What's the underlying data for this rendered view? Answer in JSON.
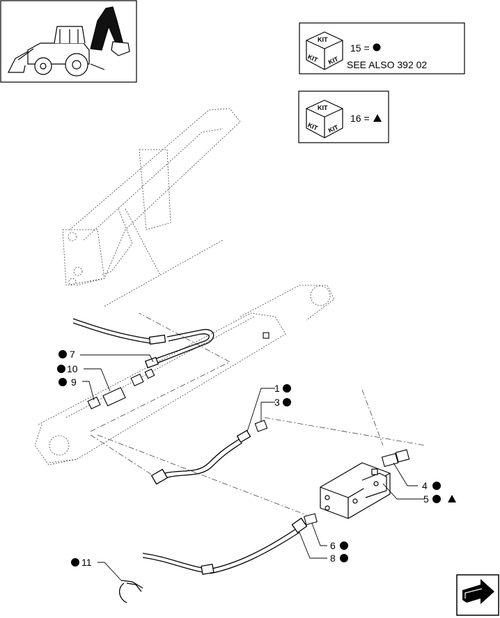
{
  "legend": {
    "kit_box_1": {
      "cube_text": [
        "KIT",
        "KIT",
        "KIT"
      ],
      "line1": "15 =",
      "line2": "SEE ALSO 392 02",
      "symbol": "circle"
    },
    "kit_box_2": {
      "cube_text": [
        "KIT",
        "KIT",
        "KIT"
      ],
      "line1": "16 =",
      "symbol": "triangle"
    }
  },
  "callouts": [
    {
      "id": "7",
      "label": "7",
      "marks": [
        "circle"
      ]
    },
    {
      "id": "10",
      "label": "10",
      "marks": [
        "circle"
      ]
    },
    {
      "id": "9",
      "label": "9",
      "marks": [
        "circle"
      ]
    },
    {
      "id": "1",
      "label": "1",
      "marks": [
        "circle"
      ]
    },
    {
      "id": "3",
      "label": "3",
      "marks": [
        "circle"
      ]
    },
    {
      "id": "4",
      "label": "4",
      "marks": [
        "circle"
      ]
    },
    {
      "id": "5",
      "label": "5",
      "marks": [
        "circle",
        "triangle"
      ]
    },
    {
      "id": "6",
      "label": "6",
      "marks": [
        "circle"
      ]
    },
    {
      "id": "8",
      "label": "8",
      "marks": [
        "circle"
      ]
    },
    {
      "id": "11",
      "label": "11",
      "marks": [
        "circle"
      ]
    }
  ],
  "icons": {
    "machine": "backhoe-loader-icon",
    "nav": "next-page-arrow-icon",
    "kit": "kit-cube-icon"
  }
}
